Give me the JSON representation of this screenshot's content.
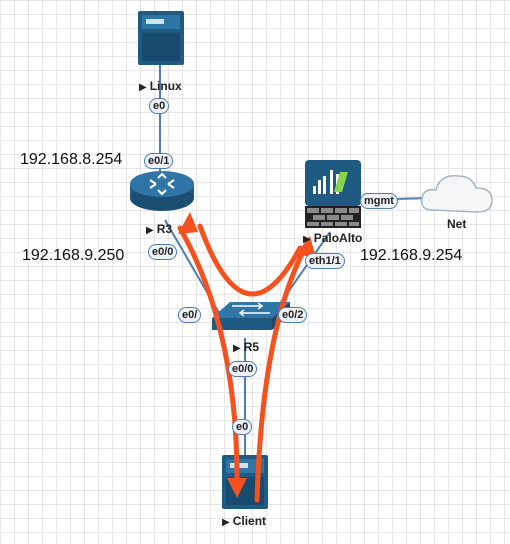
{
  "nodes": {
    "linux": {
      "label": "Linux",
      "icon": "server-icon"
    },
    "r3": {
      "label": "R3",
      "icon": "router-icon"
    },
    "paloalto": {
      "label": "PaloAlto",
      "icon": "firewall-icon"
    },
    "net": {
      "label": "Net",
      "icon": "cloud-icon"
    },
    "r5": {
      "label": "R5",
      "icon": "switch-icon"
    },
    "client": {
      "label": "Client",
      "icon": "server-icon"
    }
  },
  "ports": {
    "linux_e0": "e0",
    "r3_e0_1": "e0/1",
    "r3_e0_0": "e0/0",
    "pa_mgmt": "mgmt",
    "pa_eth1_1": "eth1/1",
    "r5_left": "e0/",
    "r5_right": "e0/2",
    "r5_bottom": "e0/0",
    "client_e0": "e0"
  },
  "ips": {
    "r3_top": "192.168.8.254",
    "r3_bottom": "192.168.9.250",
    "paloalto": "192.168.9.254"
  },
  "colors": {
    "link": "#4f7db0",
    "arrow": "#f4511e",
    "device": "#1e5a82"
  }
}
